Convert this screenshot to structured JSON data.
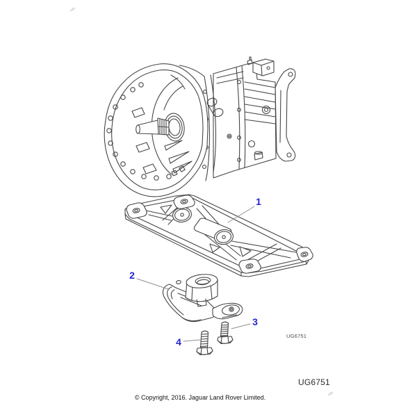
{
  "colors": {
    "callout_blue": "#2424d4",
    "line_art_gray": "#454545",
    "leader_gray": "#8f8f8f",
    "background": "#ffffff"
  },
  "callouts": [
    {
      "label": "1"
    },
    {
      "label": "2"
    },
    {
      "label": "3"
    },
    {
      "label": "4"
    }
  ],
  "figure": {
    "code_small": "UG6751",
    "code_large": "UG6751"
  },
  "footer": {
    "copyright": "© Copyright, 2016. Jaguar Land Rover Limited."
  },
  "illustrations": {
    "main": "manual-gearbox",
    "item1": "crossmember-plate",
    "item2": "transmission-mount",
    "item3": "flanged-bolt",
    "item4": "flanged-bolt"
  }
}
